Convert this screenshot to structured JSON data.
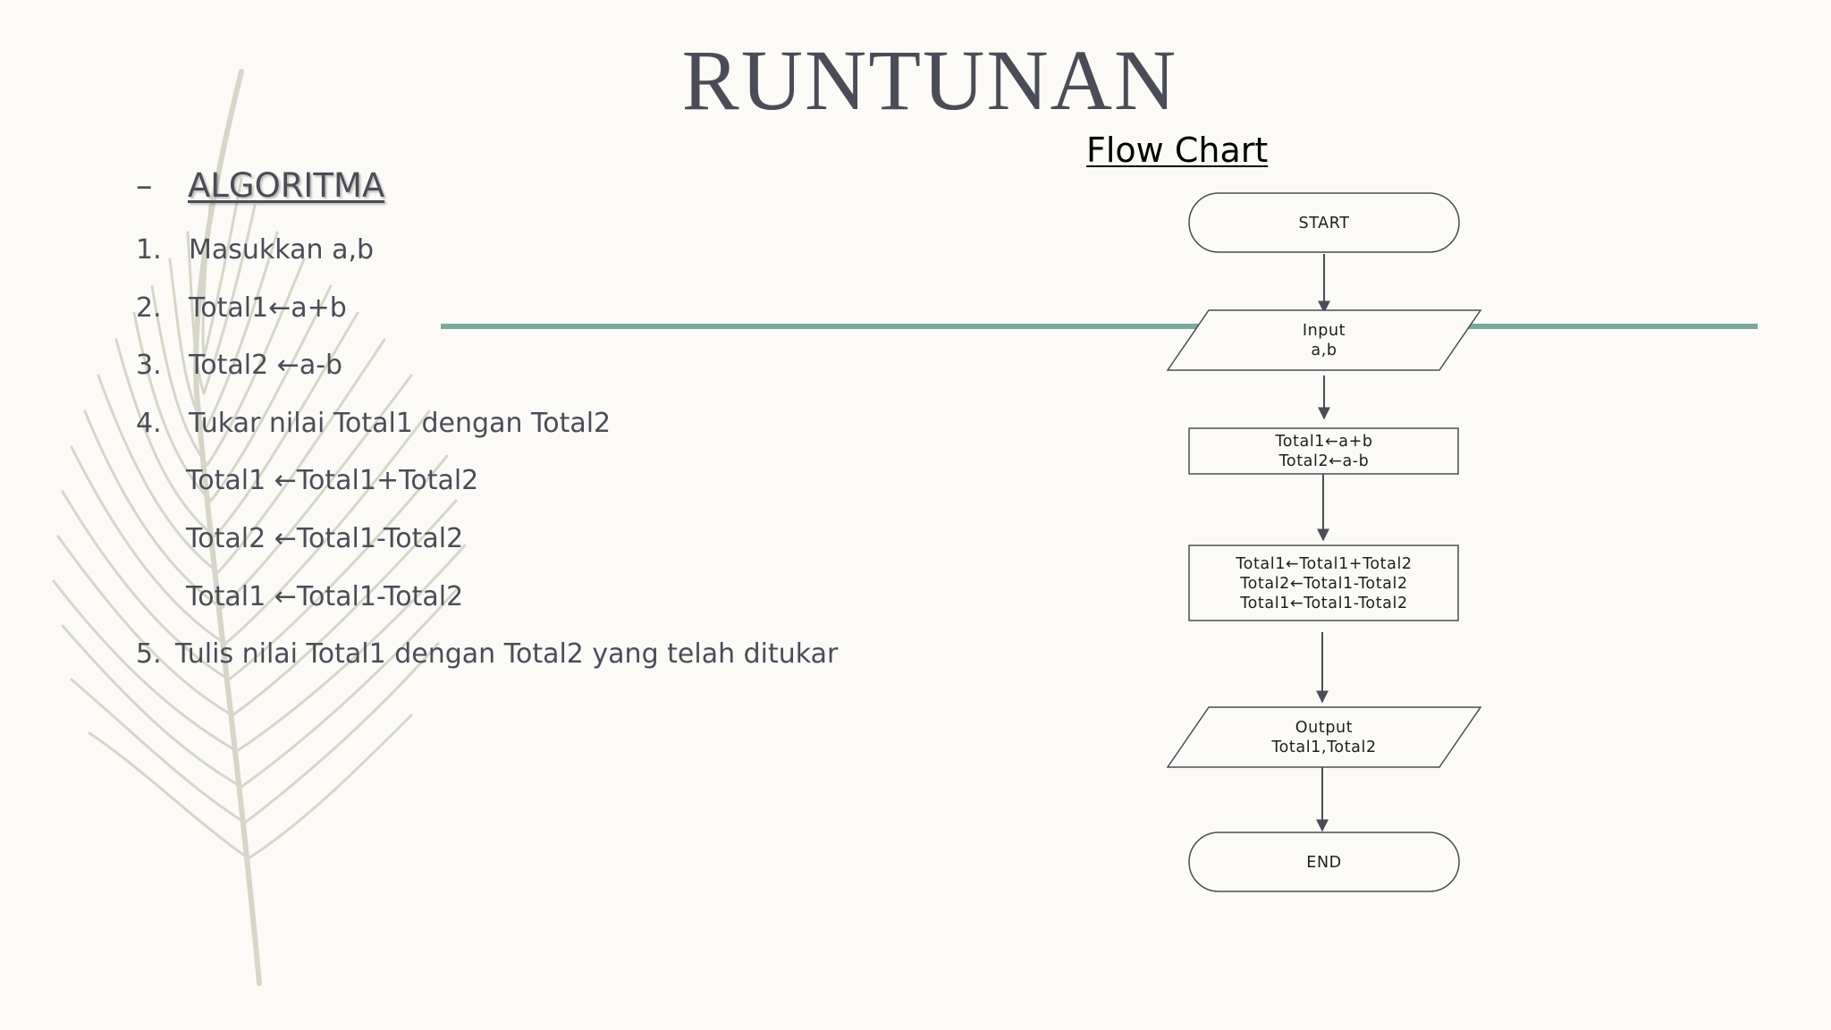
{
  "slide": {
    "title": "RUNTUNAN",
    "accent_color": "#7aa89c",
    "background_color": "#fbfaf6",
    "decoration": "feather-watermark"
  },
  "algorithm": {
    "dash": "–",
    "heading": "ALGORITMA",
    "steps": [
      {
        "num": "1.",
        "text": "Masukkan a,b"
      },
      {
        "num": "2.",
        "text": "Total1←a+b"
      },
      {
        "num": "3.",
        "text": "Total2 ←a-b"
      },
      {
        "num": "4.",
        "text": "Tukar nilai Total1 dengan Total2"
      }
    ],
    "substeps": [
      "Total1 ←Total1+Total2",
      "Total2 ←Total1-Total2",
      "Total1 ←Total1-Total2"
    ],
    "final_step": {
      "num": "5.",
      "text": "Tulis nilai Total1 dengan Total2 yang telah ditukar"
    }
  },
  "flowchart": {
    "heading": "Flow Chart",
    "start": "START",
    "input": [
      "Input",
      "a,b"
    ],
    "process1": [
      "Total1←a+b",
      "Total2←a-b"
    ],
    "process2": [
      "Total1←Total1+Total2",
      "Total2←Total1-Total2",
      "Total1←Total1-Total2"
    ],
    "output": [
      "Output",
      "Total1,Total2"
    ],
    "end": "END"
  }
}
